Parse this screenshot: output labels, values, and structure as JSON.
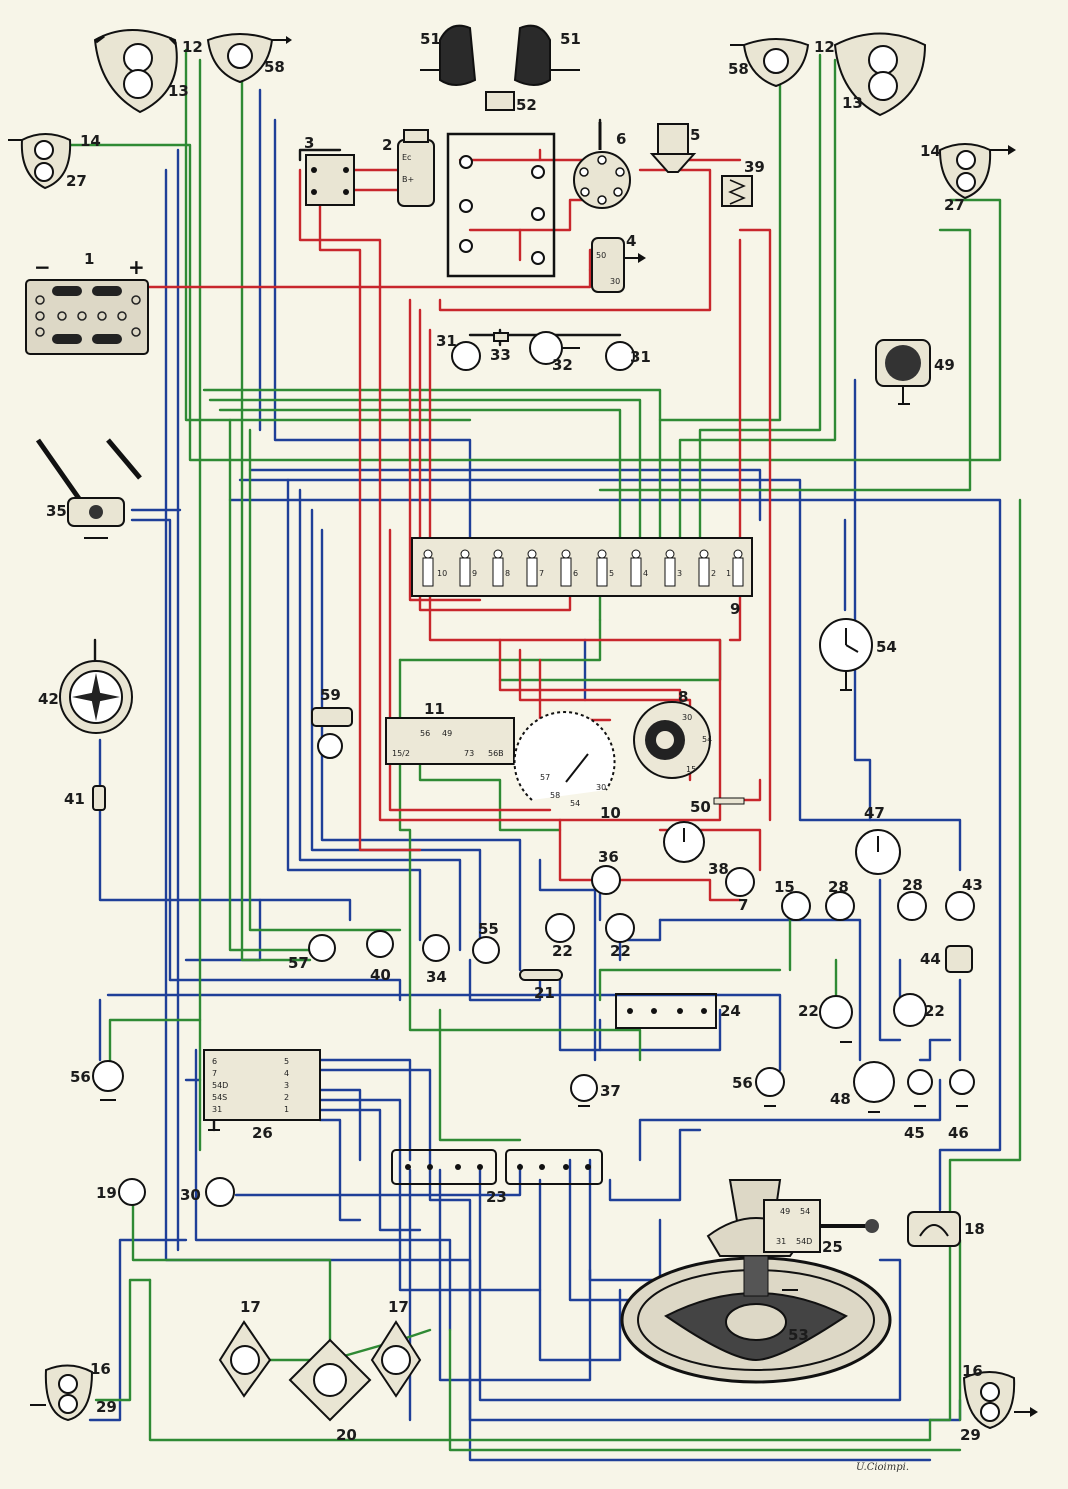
{
  "colors": {
    "background": "#f7f5e8",
    "red": "#c8262c",
    "blue": "#1f3f98",
    "green": "#2f8a34",
    "black": "#151515"
  },
  "labels": {
    "n1": "1",
    "n2": "2",
    "n3": "3",
    "n4": "4",
    "n5": "5",
    "n6": "6",
    "n7": "7",
    "n8": "8",
    "n9": "9",
    "n10": "10",
    "n11": "11",
    "n12a": "12",
    "n12b": "12",
    "n13a": "13",
    "n13b": "13",
    "n14a": "14",
    "n14b": "14",
    "n15": "15",
    "n16a": "16",
    "n16b": "16",
    "n17a": "17",
    "n17b": "17",
    "n18": "18",
    "n19": "19",
    "n20": "20",
    "n21": "21",
    "n22a": "22",
    "n22b": "22",
    "n22c": "22",
    "n22d": "22",
    "n23": "23",
    "n24": "24",
    "n25": "25",
    "n26": "26",
    "n27a": "27",
    "n27b": "27",
    "n28a": "28",
    "n28b": "28",
    "n29a": "29",
    "n29b": "29",
    "n30": "30",
    "n31a": "31",
    "n31b": "31",
    "n32": "32",
    "n33": "33",
    "n34": "34",
    "n35": "35",
    "n36": "36",
    "n37": "37",
    "n38": "38",
    "n39": "39",
    "n40": "40",
    "n41": "41",
    "n42": "42",
    "n43": "43",
    "n44": "44",
    "n45": "45",
    "n46": "46",
    "n47": "47",
    "n48": "48",
    "n49": "49",
    "n50": "50",
    "n51a": "51",
    "n51b": "51",
    "n52": "52",
    "n53": "53",
    "n54": "54",
    "n55": "55",
    "n56a": "56",
    "n56b": "56",
    "n57": "57",
    "n58a": "58",
    "n58b": "58",
    "n59": "59"
  },
  "battery": {
    "minus": "−",
    "plus": "+"
  },
  "fuse_box": {
    "fuses": [
      "10",
      "9",
      "8",
      "7",
      "6",
      "5",
      "4",
      "3",
      "2",
      "1"
    ]
  },
  "regulator_terminals": {
    "dynamo": "Ec",
    "battery": "B+"
  },
  "starter_terminals": {
    "t50": "50",
    "t30": "30"
  },
  "switch_11_terminals": [
    "15/2",
    "56",
    "49",
    "73",
    "56B"
  ],
  "tach_terminals": [
    "57",
    "58",
    "54",
    "30"
  ],
  "ignition_switch_terminals": [
    "30",
    "54",
    "15"
  ],
  "block_26_left": [
    "6",
    "7",
    "54D",
    "54S",
    "31"
  ],
  "block_26_right": [
    "5",
    "4",
    "3",
    "2",
    "1"
  ],
  "switch_25_terminals": [
    "49",
    "54",
    "31",
    "54D"
  ],
  "signature": "U.Cioimpi."
}
